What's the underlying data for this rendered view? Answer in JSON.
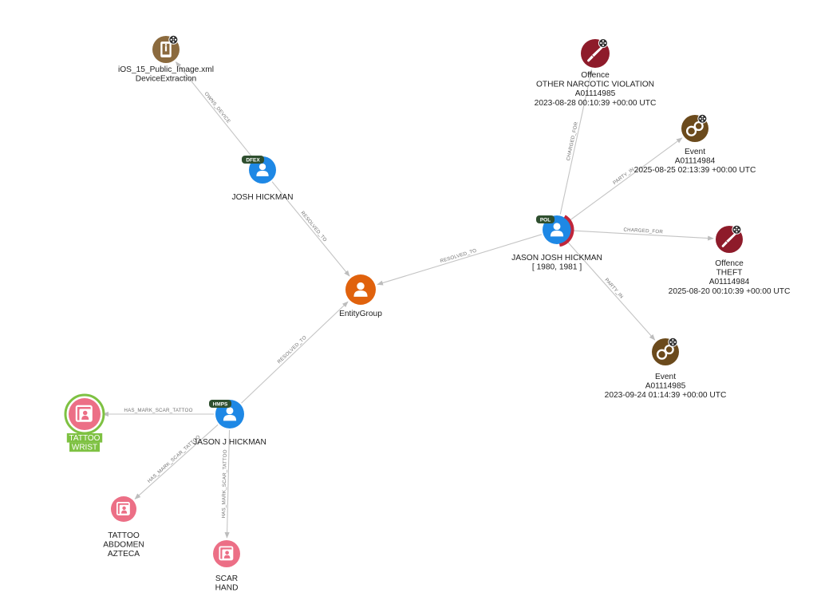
{
  "colors": {
    "person": "#1e88e5",
    "entity_group": "#e0620d",
    "device": "#8b6a3e",
    "offence": "#8e1b2a",
    "event": "#6b4a1c",
    "mark": "#ec6f86",
    "selected": "#7ec142",
    "edge": "#c4c4c4",
    "badge": "#2f4f2f"
  },
  "nodes": {
    "device": {
      "icon": "phone-device-icon",
      "lines": [
        "iOS_15_Public_Image.xml",
        "DeviceExtraction"
      ]
    },
    "josh": {
      "icon": "person-icon",
      "badge": "DFEX",
      "lines": [
        "JOSH HICKMAN"
      ]
    },
    "group": {
      "icon": "person-icon",
      "lines": [
        "EntityGroup"
      ]
    },
    "jasonjosh": {
      "icon": "person-icon",
      "badge": "POL",
      "lines": [
        "JASON JOSH HICKMAN",
        "[ 1980, 1981 ]"
      ]
    },
    "offence1": {
      "icon": "knife-icon",
      "lines": [
        "Offence",
        "OTHER NARCOTIC VIOLATION",
        "A01114985",
        "2023-08-28 00:10:39 +00:00 UTC"
      ]
    },
    "event1": {
      "icon": "handcuffs-icon",
      "lines": [
        "Event",
        "A01114984",
        "2025-08-25 02:13:39 +00:00 UTC"
      ]
    },
    "offence2": {
      "icon": "knife-icon",
      "lines": [
        "Offence",
        "THEFT",
        "A01114984",
        "2025-08-20 00:10:39 +00:00 UTC"
      ]
    },
    "event2": {
      "icon": "handcuffs-icon",
      "lines": [
        "Event",
        "A01114985",
        "2023-09-24 01:14:39 +00:00 UTC"
      ]
    },
    "jasonj": {
      "icon": "person-icon",
      "badge": "HMPS",
      "lines": [
        "JASON J HICKMAN"
      ]
    },
    "tattoo_wrist": {
      "icon": "mark-profile-icon",
      "lines": [
        "TATTOO",
        "WRIST"
      ]
    },
    "tattoo_abdomen": {
      "icon": "mark-profile-icon",
      "lines": [
        "TATTOO",
        "ABDOMEN",
        "AZTECA"
      ]
    },
    "scar_hand": {
      "icon": "mark-profile-icon",
      "lines": [
        "SCAR",
        "HAND"
      ]
    }
  },
  "edges": [
    {
      "from": "josh",
      "to": "device",
      "label": "OWNS_DEVICE"
    },
    {
      "from": "josh",
      "to": "group",
      "label": "RESOLVED_TO"
    },
    {
      "from": "jasonjosh",
      "to": "group",
      "label": "RESOLVED_TO"
    },
    {
      "from": "jasonj",
      "to": "group",
      "label": "RESOLVED_TO"
    },
    {
      "from": "jasonjosh",
      "to": "offence1",
      "label": "CHARGED_FOR"
    },
    {
      "from": "jasonjosh",
      "to": "event1",
      "label": "PARTY_IN"
    },
    {
      "from": "jasonjosh",
      "to": "offence2",
      "label": "CHARGED_FOR"
    },
    {
      "from": "jasonjosh",
      "to": "event2",
      "label": "PARTY_IN"
    },
    {
      "from": "jasonj",
      "to": "tattoo_wrist",
      "label": "HAS_MARK_SCAR_TATTOO"
    },
    {
      "from": "jasonj",
      "to": "tattoo_abdomen",
      "label": "HAS_MARK_SCAR_TATTOO"
    },
    {
      "from": "jasonj",
      "to": "scar_hand",
      "label": "HAS_MARK_SCAR_TATTOO"
    }
  ]
}
